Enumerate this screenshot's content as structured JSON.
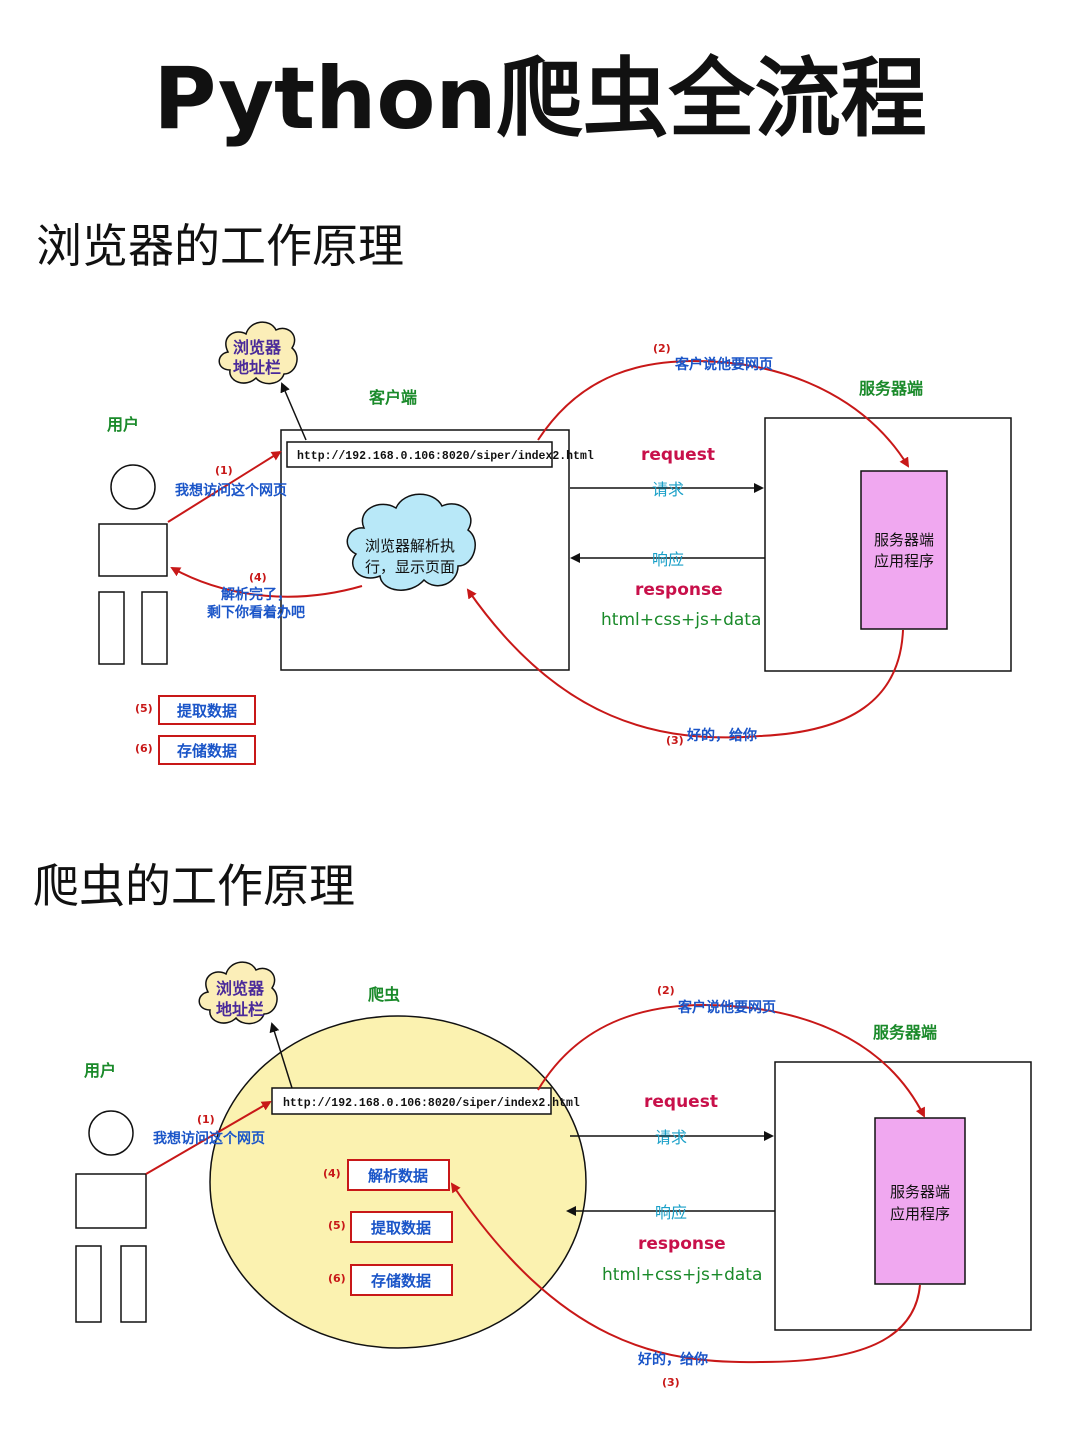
{
  "title": "Python爬虫全流程",
  "browser_section": {
    "heading": "浏览器的工作原理",
    "address_bar_cloud": [
      "浏览器",
      "地址栏"
    ],
    "user_label": "用户",
    "client_label": "客户端",
    "server_label": "服务器端",
    "url": "http://192.168.0.106:8020/siper/index2.html",
    "step1_num": "(1)",
    "step1_text": "我想访问这个网页",
    "step2_num": "(2)",
    "step2_text": "客户说他要网页",
    "step3_num": "(3)",
    "step3_text": "好的，给你",
    "step4_num": "(4)",
    "step4_text": [
      "解析完了，",
      "剩下你看着办吧"
    ],
    "step5_num": "(5)",
    "step5_text": "提取数据",
    "step6_num": "(6)",
    "step6_text": "存储数据",
    "parse_cloud": [
      "浏览器解析执",
      "行，显示页面"
    ],
    "request_en": "request",
    "request_cn": "请求",
    "response_cn": "响应",
    "response_en": "response",
    "payload": "html+css+js+data",
    "server_app": [
      "服务器端",
      "应用程序"
    ]
  },
  "crawler_section": {
    "heading": "爬虫的工作原理",
    "address_bar_cloud": [
      "浏览器",
      "地址栏"
    ],
    "user_label": "用户",
    "crawler_label": "爬虫",
    "server_label": "服务器端",
    "url": "http://192.168.0.106:8020/siper/index2.html",
    "step1_num": "(1)",
    "step1_text": "我想访问这个网页",
    "step2_num": "(2)",
    "step2_text": "客户说他要网页",
    "step3_num": "(3)",
    "step3_text": "好的，给你",
    "step4_num": "(4)",
    "step4_text": "解析数据",
    "step5_num": "(5)",
    "step5_text": "提取数据",
    "step6_num": "(6)",
    "step6_text": "存储数据",
    "request_en": "request",
    "request_cn": "请求",
    "response_cn": "响应",
    "response_en": "response",
    "payload": "html+css+js+data",
    "server_app": [
      "服务器端",
      "应用程序"
    ]
  },
  "colors": {
    "accent_red": "#c81818",
    "server_app_fill": "#f0a8f0",
    "cloud_address_fill": "#fbeeb8",
    "cloud_parse_fill": "#b8e8f8",
    "crawler_ellipse_fill": "#fbf2b0"
  }
}
